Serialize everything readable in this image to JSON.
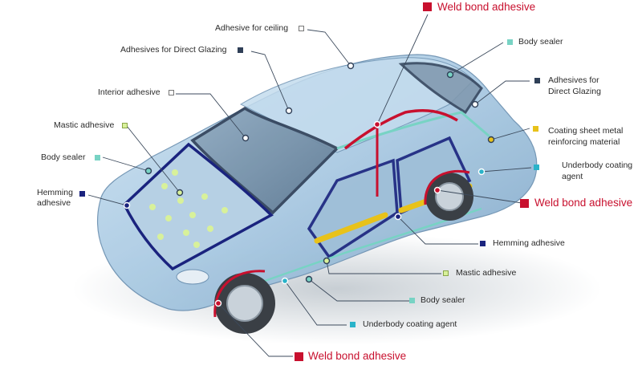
{
  "colors": {
    "weld_bond": "#c8102e",
    "body_sealer": "#78d3c4",
    "direct_glazing": "#2f3f57",
    "ceiling": "#ffffff",
    "interior": "#ffffff",
    "mastic": "#d8f19a",
    "hemming": "#1a237e",
    "coating_sheet": "#e8c21a",
    "underbody": "#2ab3c9"
  },
  "labels": {
    "weld_top": "Weld bond adhesive",
    "ceiling": "Adhesive for ceiling",
    "glazing_left": "Adhesives for Direct Glazing",
    "interior": "Interior adhesive",
    "mastic_left": "Mastic adhesive",
    "sealer_left": "Body sealer",
    "hemming_left_1": "Hemming",
    "hemming_left_2": "adhesive",
    "sealer_top_right": "Body sealer",
    "glazing_right_1": "Adhesives for",
    "glazing_right_2": "Direct Glazing",
    "coating_1": "Coating sheet metal",
    "coating_2": "reinforcing material",
    "underbody_right_1": "Underbody coating",
    "underbody_right_2": "agent",
    "weld_right": "Weld bond adhesive",
    "hemming_right": "Hemming adhesive",
    "mastic_bottom": "Mastic adhesive",
    "sealer_bottom": "Body sealer",
    "underbody_bottom": "Underbody coating agent",
    "weld_bottom": "Weld bond adhesive"
  }
}
